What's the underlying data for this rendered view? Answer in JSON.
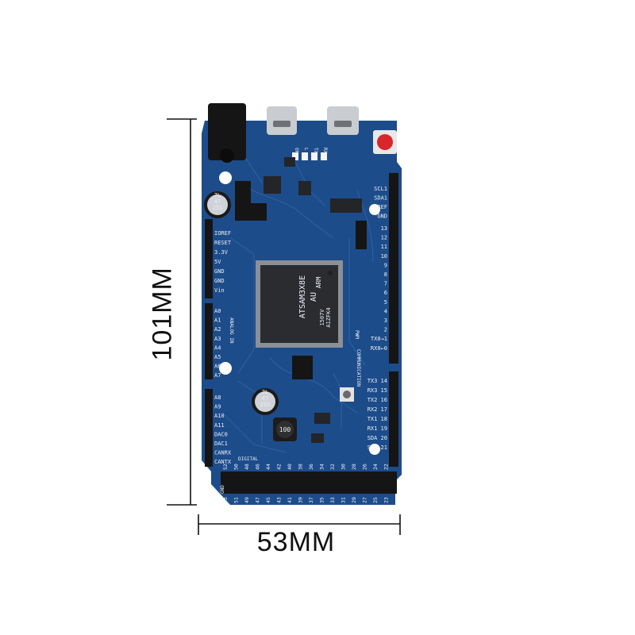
{
  "dimensions": {
    "height_label": "101MM",
    "width_label": "53MM"
  },
  "board": {
    "colors": {
      "pcb": "#1d4c8a",
      "pcb_dark": "#16396b",
      "header": "#151515",
      "chip": "#2a2c2f",
      "metal": "#c9ccd0",
      "reset_button": "#d8262a"
    },
    "mcu": {
      "line1": "ATSAM3X8E",
      "line2": "AU",
      "line3": "1507V",
      "line4": "A1ZFK4",
      "brand": "ARM"
    },
    "capacitors": [
      {
        "line1": "7L",
        "line2": "47",
        "line3": "25S"
      },
      {
        "line1": "7L",
        "line2": "47",
        "line3": "25S"
      }
    ],
    "inductor_label": "100",
    "section_labels": {
      "analog": "ANALOG IN",
      "pwm": "PWM",
      "communication": "COMMUNICATION",
      "digital": "DIGITAL",
      "gnd": "GND"
    },
    "power_pins": [
      "IOREF",
      "RESET",
      "3.3V",
      "5V",
      "GND",
      "GND",
      "Vin"
    ],
    "analog_pins": [
      "A0",
      "A1",
      "A2",
      "A3",
      "A4",
      "A5",
      "A6",
      "A7"
    ],
    "analog_pins_2": [
      "A8",
      "A9",
      "A10",
      "A11",
      "DAC0",
      "DAC1",
      "CANRX",
      "CANTX"
    ],
    "top_right_pins": [
      "SCL1",
      "SDA1",
      "AREF",
      "GND"
    ],
    "pwm_pins": [
      "13",
      "12",
      "11",
      "10",
      "9",
      "8",
      "7",
      "6",
      "5",
      "4",
      "3",
      "2",
      "TX0→1",
      "RX0←0"
    ],
    "comm_pins": [
      "TX3 14",
      "RX3 15",
      "TX2 16",
      "RX2 17",
      "TX1 18",
      "RX1 19",
      "SDA 20",
      "SCL 21"
    ],
    "digital_row_top": [
      "52",
      "50",
      "48",
      "46",
      "44",
      "42",
      "40",
      "38",
      "36",
      "34",
      "32",
      "30",
      "28",
      "26",
      "24",
      "22"
    ],
    "digital_row_bottom": [
      "53",
      "51",
      "49",
      "47",
      "45",
      "43",
      "41",
      "39",
      "37",
      "35",
      "33",
      "31",
      "29",
      "27",
      "25",
      "23"
    ],
    "led_labels": [
      "ON",
      "L",
      "TX",
      "RX"
    ]
  }
}
